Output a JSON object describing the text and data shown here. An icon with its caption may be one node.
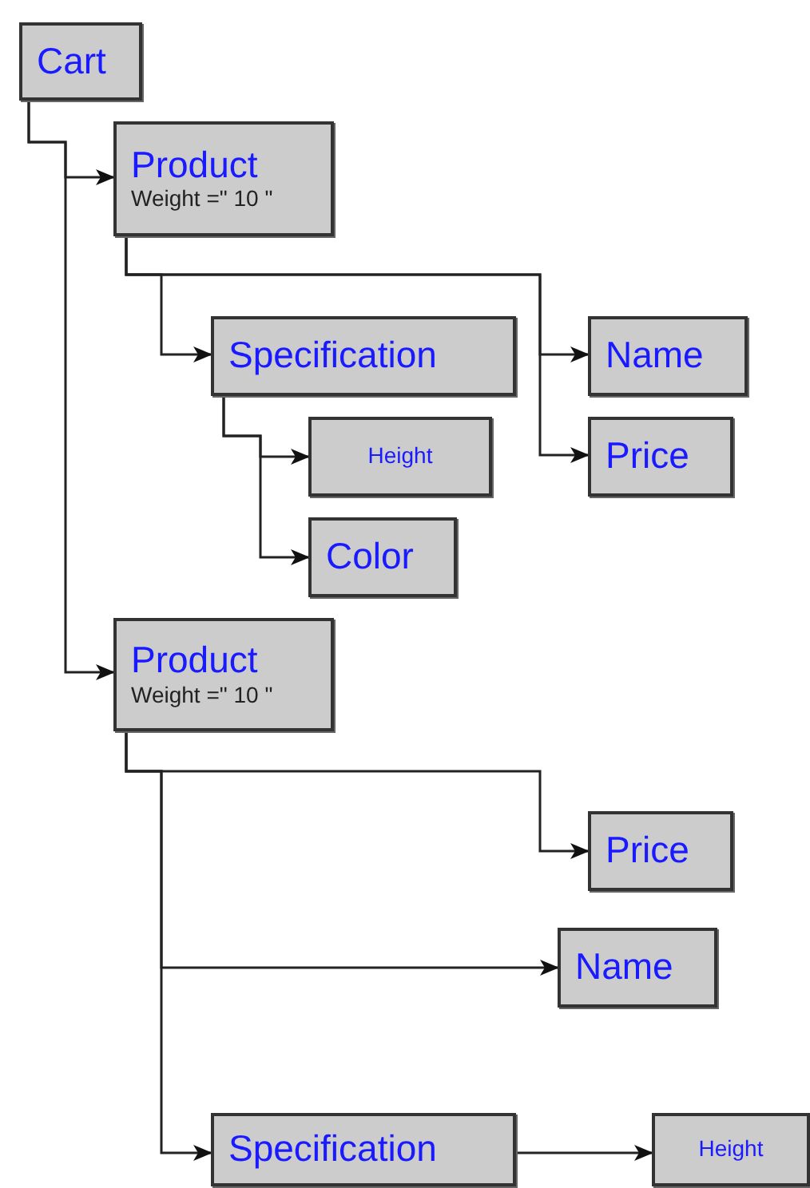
{
  "diagram": {
    "nodes": [
      {
        "text": [
          "Cart"
        ]
      },
      {
        "text": [
          "Product",
          "Weight =\" 10 \""
        ]
      },
      {
        "text": [
          "Specification"
        ]
      },
      {
        "text": [
          "Name"
        ]
      },
      {
        "text": [
          "Price"
        ]
      },
      {
        "text": [
          "Height"
        ]
      },
      {
        "text": [
          "Color"
        ]
      },
      {
        "text": [
          "Product",
          "Weight =\" 10 \""
        ]
      },
      {
        "text": [
          "Price"
        ]
      },
      {
        "text": [
          "Name"
        ]
      },
      {
        "text": [
          "Specification"
        ]
      },
      {
        "text": [
          "Height"
        ]
      }
    ],
    "edges": [
      {
        "from": 0,
        "to": 1,
        "arrow": "to"
      },
      {
        "from": 0,
        "to": 7,
        "arrow": "to"
      },
      {
        "from": 1,
        "to": 2,
        "arrow": "to"
      },
      {
        "from": 1,
        "to": 3,
        "arrow": "to"
      },
      {
        "from": 1,
        "to": 4,
        "arrow": "to"
      },
      {
        "from": 2,
        "to": 5,
        "arrow": "to"
      },
      {
        "from": 2,
        "to": 6,
        "arrow": "to"
      },
      {
        "from": 7,
        "to": 8,
        "arrow": "to"
      },
      {
        "from": 7,
        "to": 9,
        "arrow": "to"
      },
      {
        "from": 7,
        "to": 10,
        "arrow": "to"
      },
      {
        "from": 10,
        "to": 11,
        "arrow": "to"
      }
    ]
  }
}
